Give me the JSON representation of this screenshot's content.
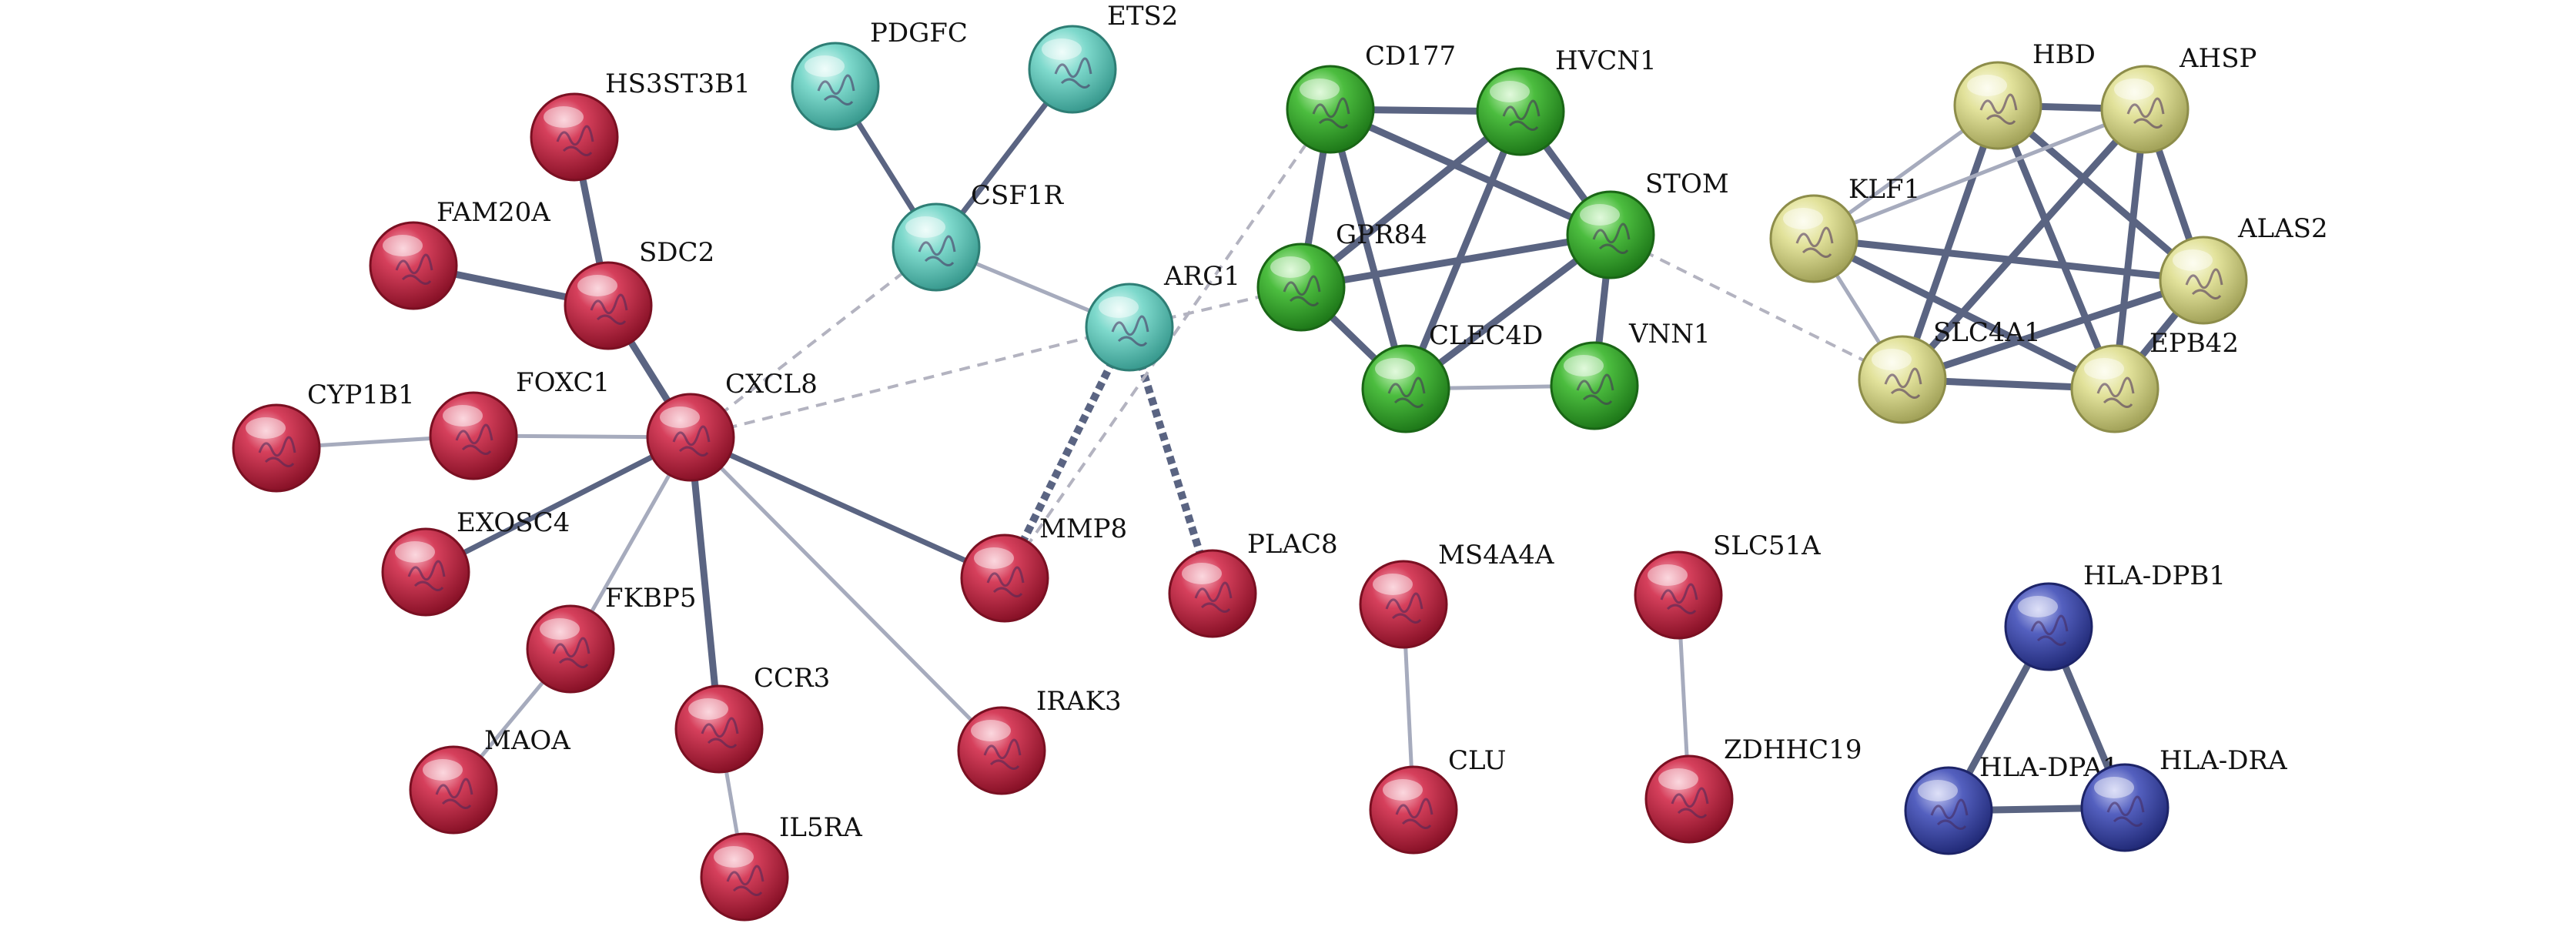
{
  "colors": {
    "red": "#c22a45",
    "cyan": "#6ad2c6",
    "green": "#3fae37",
    "yellow": "#d9d98c",
    "blue": "#4550ad",
    "edge": "#5a6482",
    "edge_light": "#a6abbd",
    "dashed": "#b3b3c0"
  },
  "nodes": [
    {
      "id": "HS3ST3B1",
      "label": "HS3ST3B1",
      "color": "red"
    },
    {
      "id": "FAM20A",
      "label": "FAM20A",
      "color": "red"
    },
    {
      "id": "SDC2",
      "label": "SDC2",
      "color": "red"
    },
    {
      "id": "CYP1B1",
      "label": "CYP1B1",
      "color": "red"
    },
    {
      "id": "FOXC1",
      "label": "FOXC1",
      "color": "red"
    },
    {
      "id": "CXCL8",
      "label": "CXCL8",
      "color": "red"
    },
    {
      "id": "EXOSC4",
      "label": "EXOSC4",
      "color": "red"
    },
    {
      "id": "FKBP5",
      "label": "FKBP5",
      "color": "red"
    },
    {
      "id": "MAOA",
      "label": "MAOA",
      "color": "red"
    },
    {
      "id": "CCR3",
      "label": "CCR3",
      "color": "red"
    },
    {
      "id": "IL5RA",
      "label": "IL5RA",
      "color": "red"
    },
    {
      "id": "MMP8",
      "label": "MMP8",
      "color": "red"
    },
    {
      "id": "IRAK3",
      "label": "IRAK3",
      "color": "red"
    },
    {
      "id": "PLAC8",
      "label": "PLAC8",
      "color": "red"
    },
    {
      "id": "MS4A4A",
      "label": "MS4A4A",
      "color": "red"
    },
    {
      "id": "CLU",
      "label": "CLU",
      "color": "red"
    },
    {
      "id": "SLC51A",
      "label": "SLC51A",
      "color": "red"
    },
    {
      "id": "ZDHHC19",
      "label": "ZDHHC19",
      "color": "red"
    },
    {
      "id": "PDGFC",
      "label": "PDGFC",
      "color": "cyan"
    },
    {
      "id": "ETS2",
      "label": "ETS2",
      "color": "cyan"
    },
    {
      "id": "CSF1R",
      "label": "CSF1R",
      "color": "cyan"
    },
    {
      "id": "ARG1",
      "label": "ARG1",
      "color": "cyan"
    },
    {
      "id": "CD177",
      "label": "CD177",
      "color": "green"
    },
    {
      "id": "HVCN1",
      "label": "HVCN1",
      "color": "green"
    },
    {
      "id": "STOM",
      "label": "STOM",
      "color": "green"
    },
    {
      "id": "GPR84",
      "label": "GPR84",
      "color": "green"
    },
    {
      "id": "CLEC4D",
      "label": "CLEC4D",
      "color": "green"
    },
    {
      "id": "VNN1",
      "label": "VNN1",
      "color": "green"
    },
    {
      "id": "HBD",
      "label": "HBD",
      "color": "yellow"
    },
    {
      "id": "AHSP",
      "label": "AHSP",
      "color": "yellow"
    },
    {
      "id": "KLF1",
      "label": "KLF1",
      "color": "yellow"
    },
    {
      "id": "ALAS2",
      "label": "ALAS2",
      "color": "yellow"
    },
    {
      "id": "SLC4A1",
      "label": "SLC4A1",
      "color": "yellow"
    },
    {
      "id": "EPB42",
      "label": "EPB42",
      "color": "yellow"
    },
    {
      "id": "HLA-DPB1",
      "label": "HLA-DPB1",
      "color": "blue"
    },
    {
      "id": "HLA-DPA1",
      "label": "HLA-DPA1",
      "color": "blue"
    },
    {
      "id": "HLA-DRA",
      "label": "HLA-DRA",
      "color": "blue"
    }
  ],
  "edges": [
    {
      "source": "HS3ST3B1",
      "target": "SDC2",
      "style": "strong"
    },
    {
      "source": "FAM20A",
      "target": "SDC2",
      "style": "strong"
    },
    {
      "source": "SDC2",
      "target": "CXCL8",
      "style": "strong"
    },
    {
      "source": "CYP1B1",
      "target": "FOXC1",
      "style": "light"
    },
    {
      "source": "FOXC1",
      "target": "CXCL8",
      "style": "light"
    },
    {
      "source": "CXCL8",
      "target": "EXOSC4",
      "style": "medium"
    },
    {
      "source": "CXCL8",
      "target": "FKBP5",
      "style": "light"
    },
    {
      "source": "CXCL8",
      "target": "CCR3",
      "style": "strong"
    },
    {
      "source": "CXCL8",
      "target": "MMP8",
      "style": "medium"
    },
    {
      "source": "CXCL8",
      "target": "IRAK3",
      "style": "light"
    },
    {
      "source": "CXCL8",
      "target": "CSF1R",
      "style": "dashed"
    },
    {
      "source": "CXCL8",
      "target": "ARG1",
      "style": "dashed"
    },
    {
      "source": "FKBP5",
      "target": "MAOA",
      "style": "light"
    },
    {
      "source": "CCR3",
      "target": "IL5RA",
      "style": "light"
    },
    {
      "source": "PDGFC",
      "target": "CSF1R",
      "style": "medium"
    },
    {
      "source": "ETS2",
      "target": "CSF1R",
      "style": "medium"
    },
    {
      "source": "CSF1R",
      "target": "ARG1",
      "style": "light"
    },
    {
      "source": "ARG1",
      "target": "GPR84",
      "style": "dashed"
    },
    {
      "source": "ARG1",
      "target": "MMP8",
      "style": "bold-dashed"
    },
    {
      "source": "ARG1",
      "target": "PLAC8",
      "style": "bold-dashed"
    },
    {
      "source": "MMP8",
      "target": "CD177",
      "style": "dashed"
    },
    {
      "source": "CD177",
      "target": "HVCN1",
      "style": "strong"
    },
    {
      "source": "CD177",
      "target": "STOM",
      "style": "strong"
    },
    {
      "source": "CD177",
      "target": "GPR84",
      "style": "strong"
    },
    {
      "source": "CD177",
      "target": "CLEC4D",
      "style": "strong"
    },
    {
      "source": "HVCN1",
      "target": "STOM",
      "style": "strong"
    },
    {
      "source": "HVCN1",
      "target": "GPR84",
      "style": "strong"
    },
    {
      "source": "HVCN1",
      "target": "CLEC4D",
      "style": "strong"
    },
    {
      "source": "STOM",
      "target": "GPR84",
      "style": "strong"
    },
    {
      "source": "STOM",
      "target": "CLEC4D",
      "style": "strong"
    },
    {
      "source": "STOM",
      "target": "VNN1",
      "style": "strong"
    },
    {
      "source": "GPR84",
      "target": "CLEC4D",
      "style": "strong"
    },
    {
      "source": "CLEC4D",
      "target": "VNN1",
      "style": "light"
    },
    {
      "source": "STOM",
      "target": "SLC4A1",
      "style": "dashed"
    },
    {
      "source": "HBD",
      "target": "AHSP",
      "style": "strong"
    },
    {
      "source": "HBD",
      "target": "KLF1",
      "style": "light"
    },
    {
      "source": "HBD",
      "target": "ALAS2",
      "style": "strong"
    },
    {
      "source": "HBD",
      "target": "SLC4A1",
      "style": "strong"
    },
    {
      "source": "HBD",
      "target": "EPB42",
      "style": "strong"
    },
    {
      "source": "AHSP",
      "target": "KLF1",
      "style": "light"
    },
    {
      "source": "AHSP",
      "target": "ALAS2",
      "style": "strong"
    },
    {
      "source": "AHSP",
      "target": "SLC4A1",
      "style": "strong"
    },
    {
      "source": "AHSP",
      "target": "EPB42",
      "style": "strong"
    },
    {
      "source": "KLF1",
      "target": "ALAS2",
      "style": "strong"
    },
    {
      "source": "KLF1",
      "target": "SLC4A1",
      "style": "light"
    },
    {
      "source": "KLF1",
      "target": "EPB42",
      "style": "strong"
    },
    {
      "source": "ALAS2",
      "target": "SLC4A1",
      "style": "strong"
    },
    {
      "source": "ALAS2",
      "target": "EPB42",
      "style": "strong"
    },
    {
      "source": "SLC4A1",
      "target": "EPB42",
      "style": "strong"
    },
    {
      "source": "MS4A4A",
      "target": "CLU",
      "style": "light"
    },
    {
      "source": "SLC51A",
      "target": "ZDHHC19",
      "style": "light"
    },
    {
      "source": "HLA-DPB1",
      "target": "HLA-DPA1",
      "style": "strong"
    },
    {
      "source": "HLA-DPB1",
      "target": "HLA-DRA",
      "style": "strong"
    },
    {
      "source": "HLA-DPA1",
      "target": "HLA-DRA",
      "style": "strong"
    }
  ]
}
